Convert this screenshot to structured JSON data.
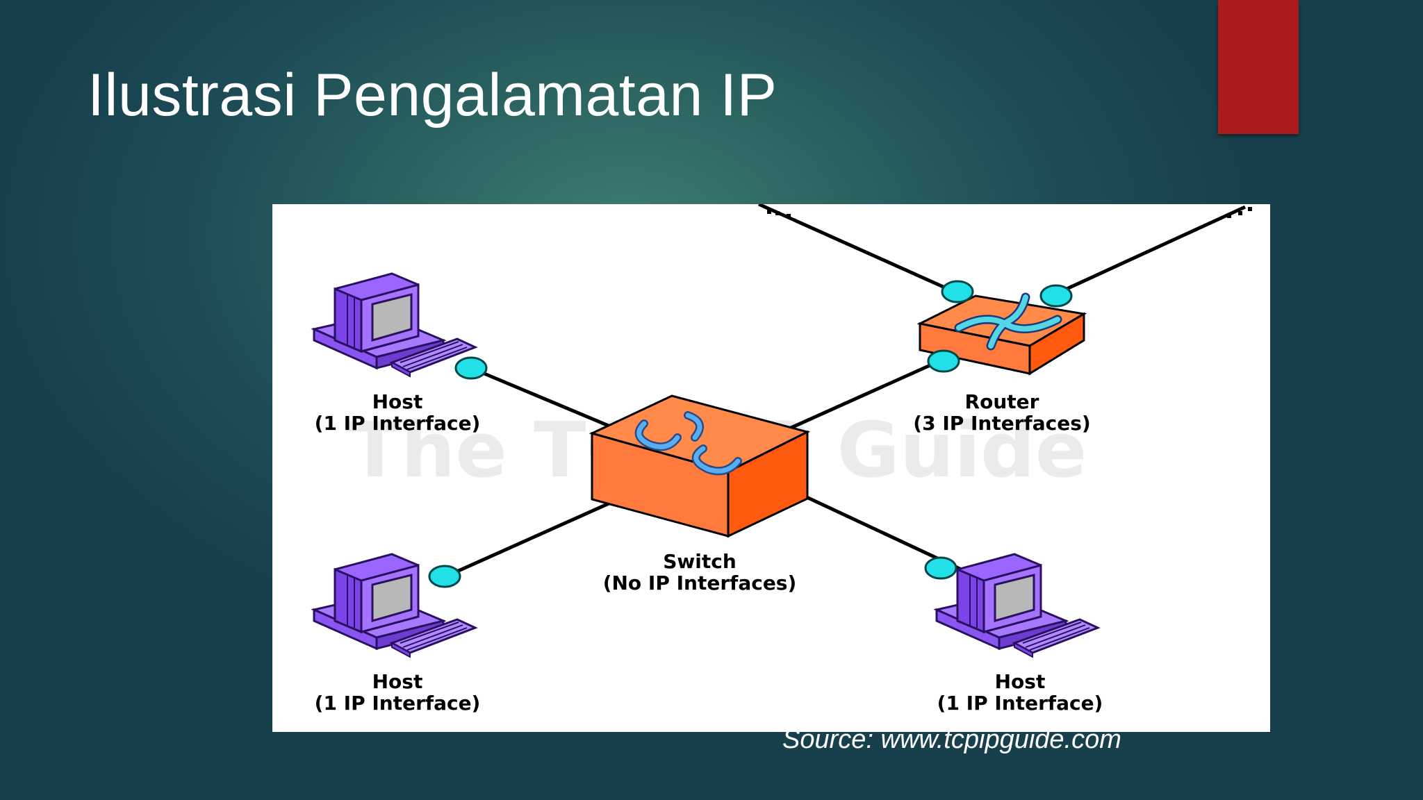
{
  "slide": {
    "title": "Ilustrasi Pengalamatan IP",
    "source": "Source: www.tcpipguide.com"
  },
  "diagram": {
    "watermark": "The TCP/IP Guide",
    "nodes": {
      "host_top_left": {
        "title": "Host",
        "subtitle": "(1 IP Interface)"
      },
      "host_bottom_left": {
        "title": "Host",
        "subtitle": "(1 IP Interface)"
      },
      "host_bottom_right": {
        "title": "Host",
        "subtitle": "(1 IP Interface)"
      },
      "router": {
        "title": "Router",
        "subtitle": "(3 IP Interfaces)"
      },
      "switch": {
        "title": "Switch",
        "subtitle": "(No IP Interfaces)"
      }
    }
  },
  "colors": {
    "accent_red": "#ab1b1c",
    "device_orange": "#ff7a3c",
    "host_purple": "#9a66ff",
    "interface_cyan": "#22e0e8",
    "arrow_blue": "#5aa9ea"
  }
}
